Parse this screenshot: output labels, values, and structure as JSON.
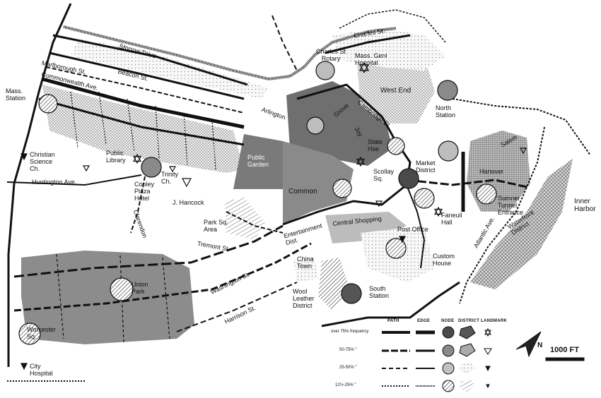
{
  "legend": {
    "headers": {
      "path": "PATH",
      "edge": "EDGE",
      "node": "NODE",
      "district": "DISTRICT",
      "landmark": "LANDMARK"
    },
    "rows": [
      {
        "label": "over 75% frequency"
      },
      {
        "label": "50-75%  \""
      },
      {
        "label": "25-50%  \""
      },
      {
        "label": "12½-25%  \""
      }
    ],
    "colors": [
      "#4a4a4a",
      "#8a8a8a",
      "#c2c2c2",
      "#e4e4e4"
    ]
  },
  "north": "N",
  "scale": "1000 FT",
  "labels": {
    "charles_st": "Charles St.",
    "charles_st_rotary": "Charles St\nRotary",
    "mass_genl_hospital": "Mass. Genl\nHospital",
    "west_end": "West End",
    "north_station": "North\nStation",
    "storrow_drive": "Storrow Drive",
    "marlborough_st": "Marlborough St.",
    "beacon_st": "Beacon St.",
    "commonwealth_ave": "Commonwealth Ave.",
    "mass_station": "Mass.\nStation",
    "christian_science_ch": "Christian\nScience\nCh.",
    "public_library": "Public\nLibrary",
    "trinity_ch": "Trinity\nCh.",
    "copley_plaza_hotel": "Copley\nPlaza\nHotel",
    "huntington_ave": "Huntington Ave.",
    "j_hancock": "J. Hancock",
    "clarendon": "Clarendon",
    "public_garden": "Public\nGarden",
    "common": "Common",
    "cambridge_st": "Cambridge St.",
    "state_hse": "State\nHse",
    "scollay_sq": "Scollay\nSq.",
    "market_district": "Market\nDistrict",
    "salem": "Salem",
    "hanover": "Hanover",
    "sumner_tunnel_entrance": "Sumner\nTunnel\nEntrance",
    "inner_harbor": "Inner\nHarbor",
    "faneuil_hall": "Faneuil\nHall",
    "central_shopping": "Central Shopping",
    "post_office": "Post Office",
    "waterfront_district": "Waterfront\nDistrict",
    "atlantic_ave": "Atlantic Ave.",
    "custom_house": "Custom\nHouse",
    "park_sq_area": "Park Sq.\nArea",
    "entertainment_dist": "Entertainment\nDist.",
    "china_town": "China\nTown",
    "tremont_st": "Tremont St.",
    "washington_st": "Washington St.",
    "harrison_st": "Harrison St.",
    "wool_leather_district": "Wool\nLeather\nDistrict",
    "south_station": "South\nStation",
    "union_park": "Union\nPark",
    "worcester_sq": "Worcester\nSq.",
    "city_hospital": "City\nHospital",
    "arlington": "Arlington",
    "joy": "Joy",
    "grove": "Grove"
  },
  "icons": {
    "landmark_star": "star-of-david",
    "landmark_triangle": "triangle-down"
  }
}
